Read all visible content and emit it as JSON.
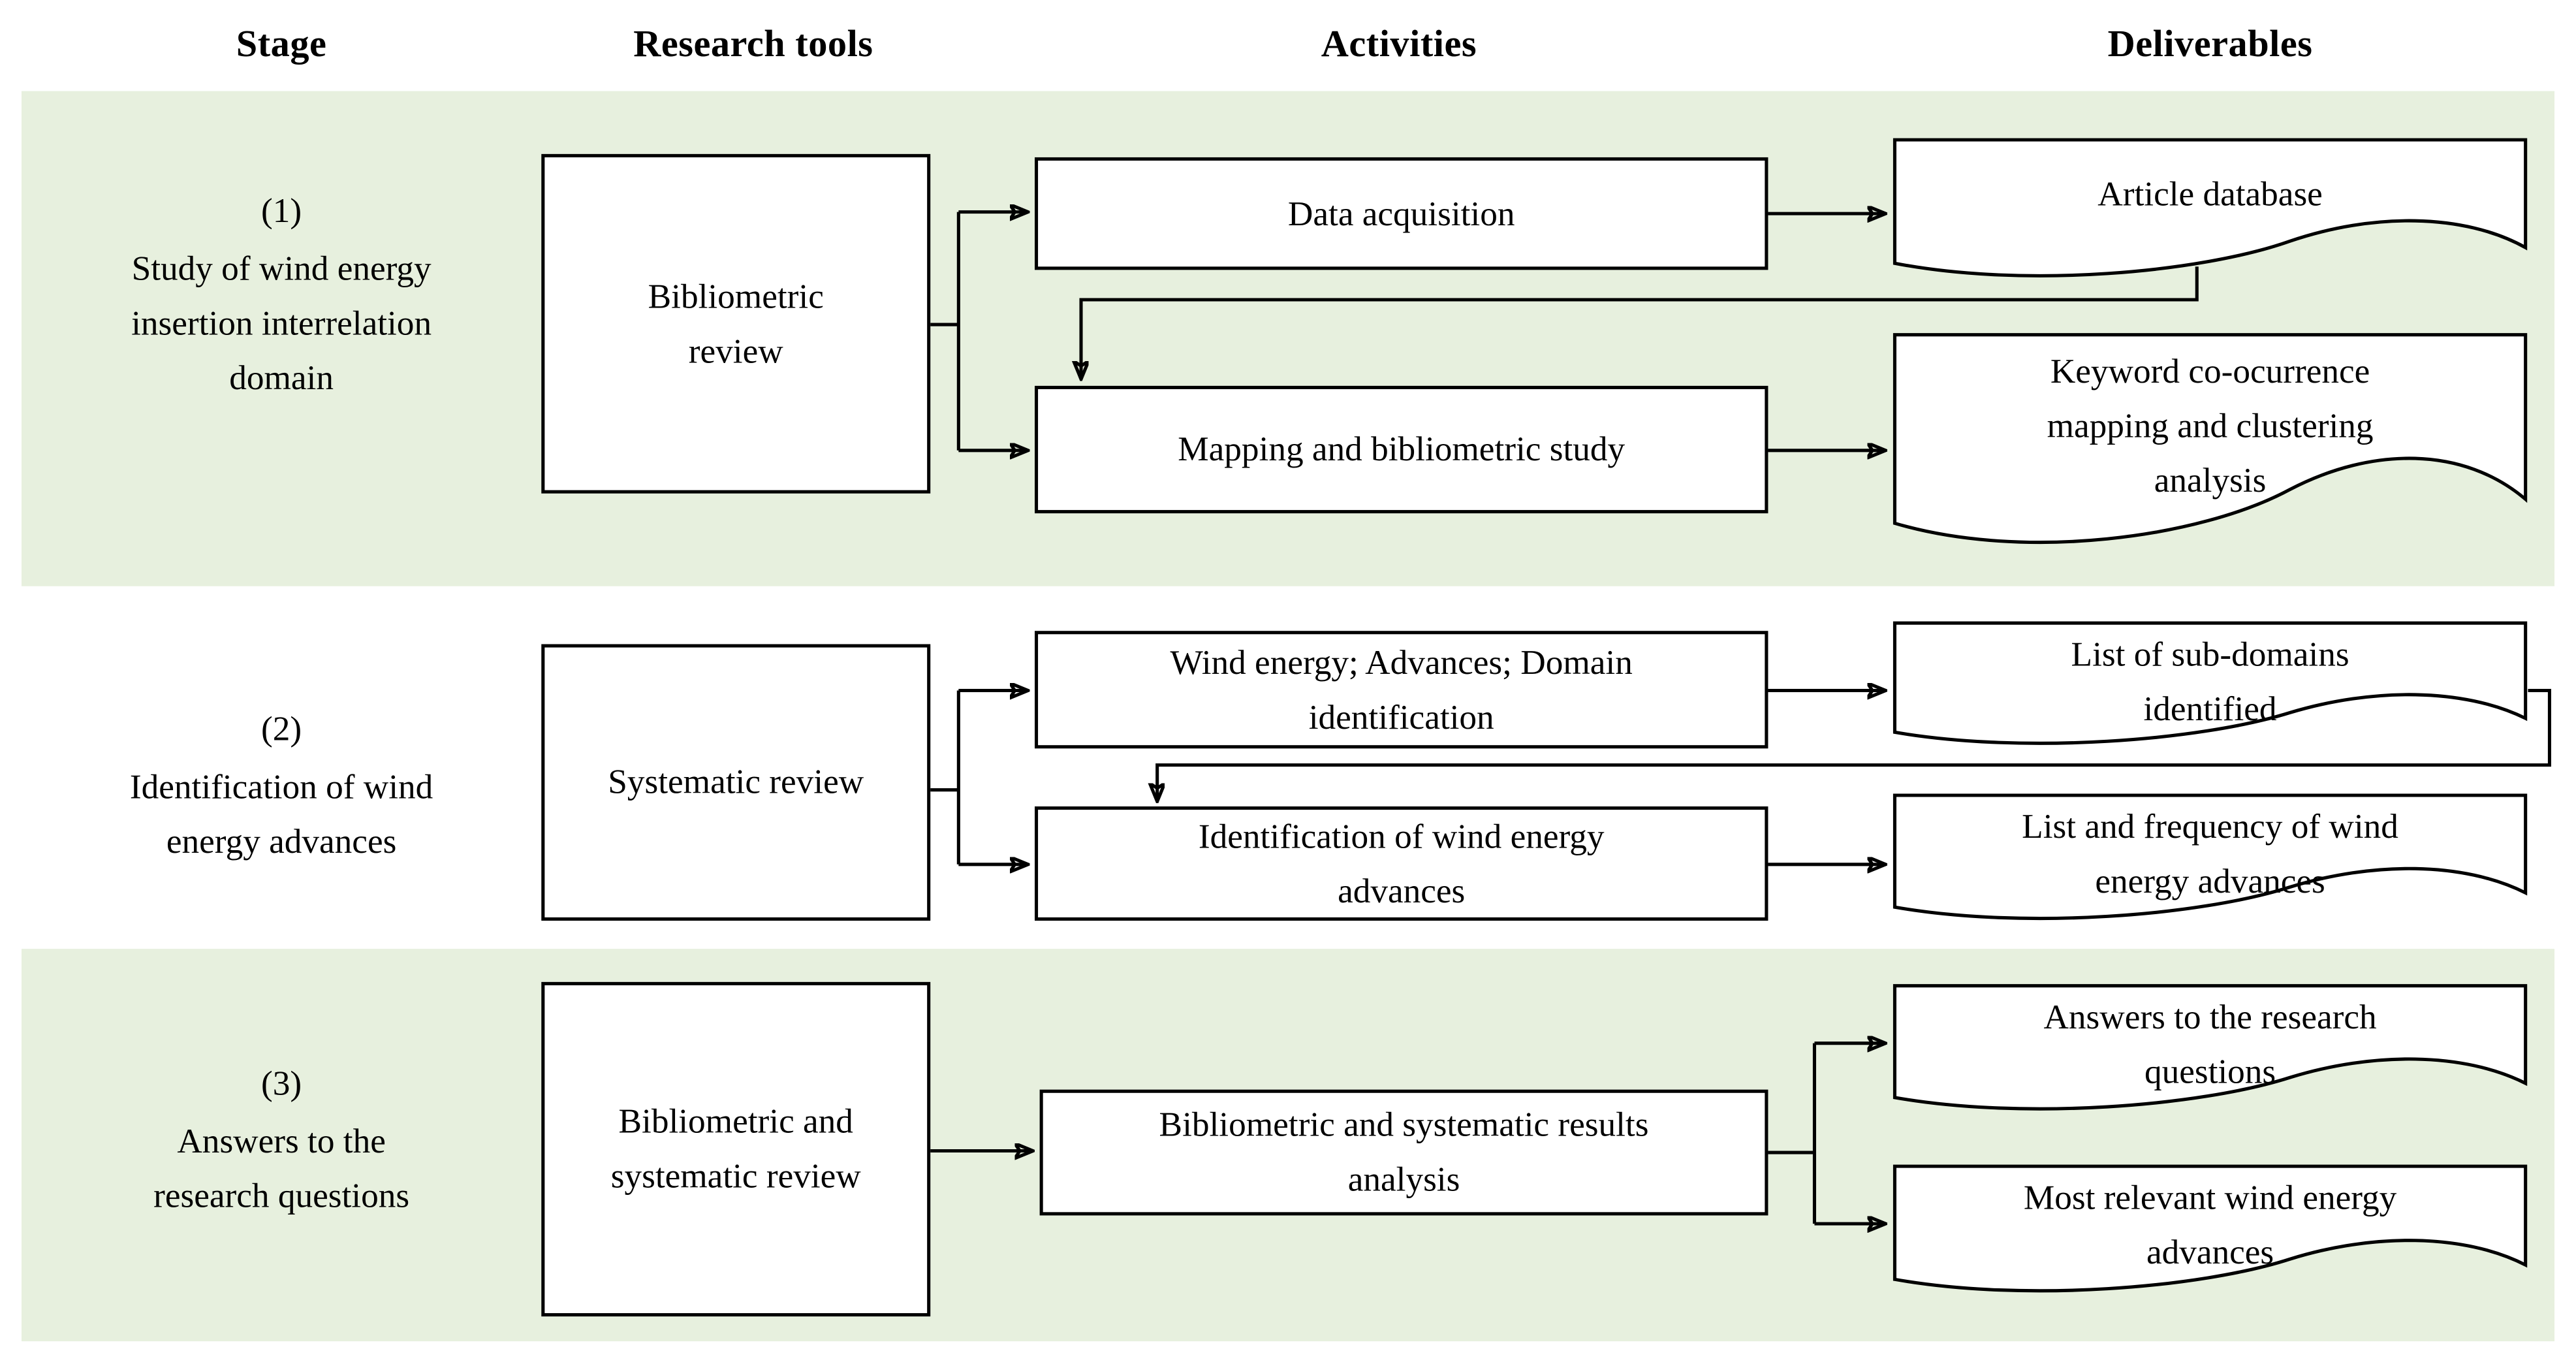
{
  "figure": {
    "columns": [
      "Stage",
      "Research tools",
      "Activities",
      "Deliverables"
    ],
    "colors": {
      "band_green": "#e7f0de",
      "line": "#000000",
      "background": "#ffffff"
    },
    "stages": [
      {
        "number": "(1)",
        "label_lines": [
          "Study of wind energy",
          "insertion interrelation",
          "domain"
        ],
        "tool_lines": [
          "Bibliometric",
          "review"
        ],
        "activities": [
          {
            "lines": [
              "Data acquisition"
            ]
          },
          {
            "lines": [
              "Mapping and bibliometric study"
            ]
          }
        ],
        "deliverables": [
          {
            "lines": [
              "Article database"
            ]
          },
          {
            "lines": [
              "Keyword co-ocurrence",
              "mapping and clustering",
              "analysis"
            ]
          }
        ]
      },
      {
        "number": "(2)",
        "label_lines": [
          "Identification of wind",
          "energy advances"
        ],
        "tool_lines": [
          "Systematic review"
        ],
        "activities": [
          {
            "lines": [
              "Wind energy; Advances; Domain",
              "identification"
            ]
          },
          {
            "lines": [
              "Identification of wind energy",
              "advances"
            ]
          }
        ],
        "deliverables": [
          {
            "lines": [
              "List of sub-domains",
              "identified"
            ]
          },
          {
            "lines": [
              "List and frequency of wind",
              "energy advances"
            ]
          }
        ]
      },
      {
        "number": "(3)",
        "label_lines": [
          "Answers to the",
          "research questions"
        ],
        "tool_lines": [
          "Bibliometric and",
          "systematic review"
        ],
        "activities": [
          {
            "lines": [
              "Bibliometric and systematic results",
              "analysis"
            ]
          }
        ],
        "deliverables": [
          {
            "lines": [
              "Answers to the research",
              "questions"
            ]
          },
          {
            "lines": [
              "Most relevant wind energy",
              "advances"
            ]
          }
        ]
      }
    ]
  }
}
